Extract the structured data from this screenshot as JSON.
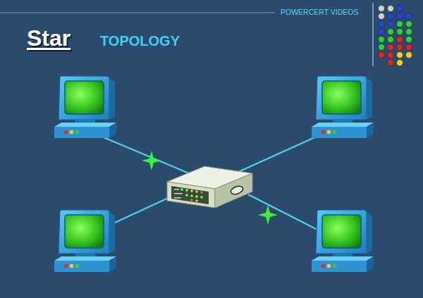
{
  "diagram": {
    "title": "Star",
    "labels": [
      "TOPOLOGY",
      "POWERCERT VIDEOS"
    ]
  }
}
